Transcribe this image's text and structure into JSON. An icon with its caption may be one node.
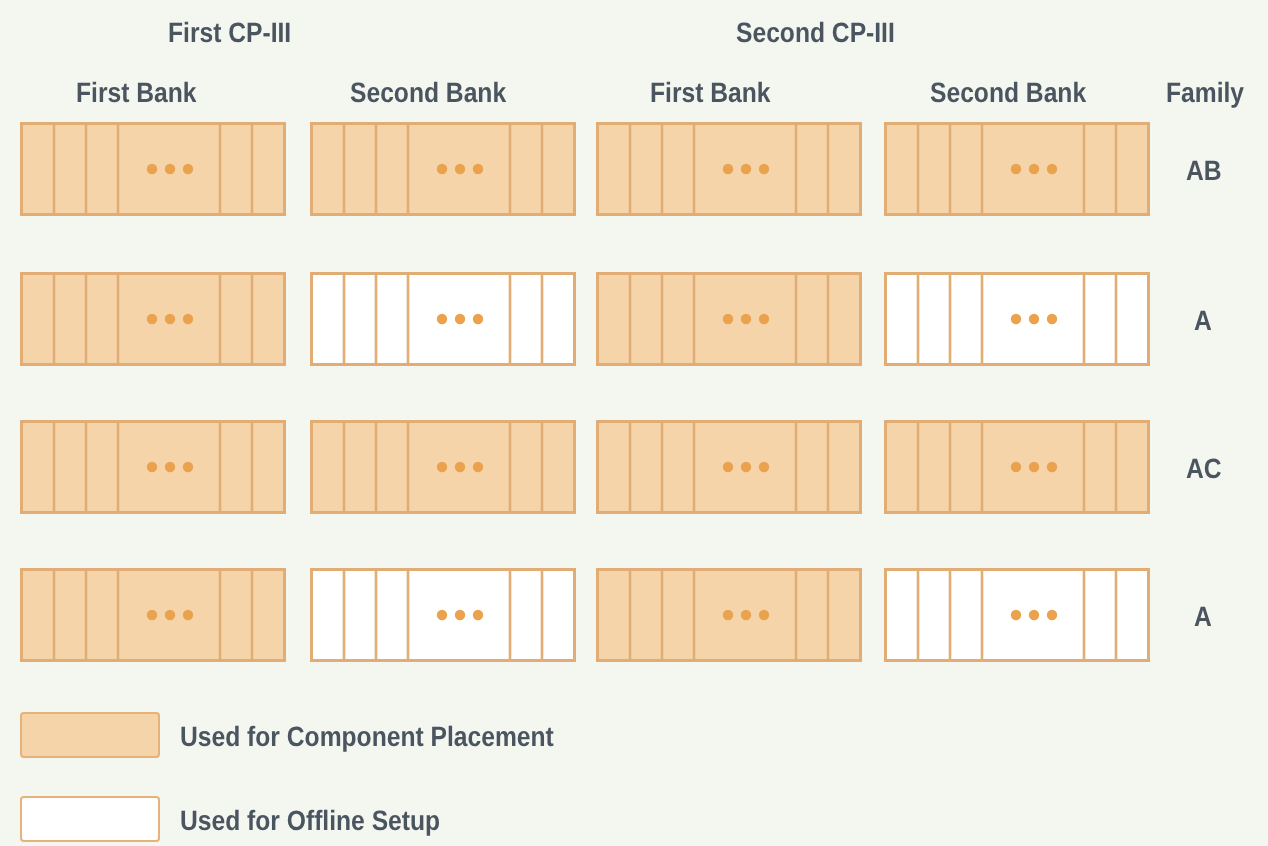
{
  "diagram": {
    "labels": [
      "First CP-III",
      "Second CP-III",
      "First Bank",
      "Second Bank",
      "First Bank",
      "Second Bank",
      "Family",
      "AB",
      "A",
      "AC",
      "A"
    ],
    "legend": [
      {
        "text": "Used for Component Placement",
        "color": "#f5d4aa"
      },
      {
        "text": "Used for Offline Setup",
        "color": "#ffffff"
      }
    ]
  }
}
